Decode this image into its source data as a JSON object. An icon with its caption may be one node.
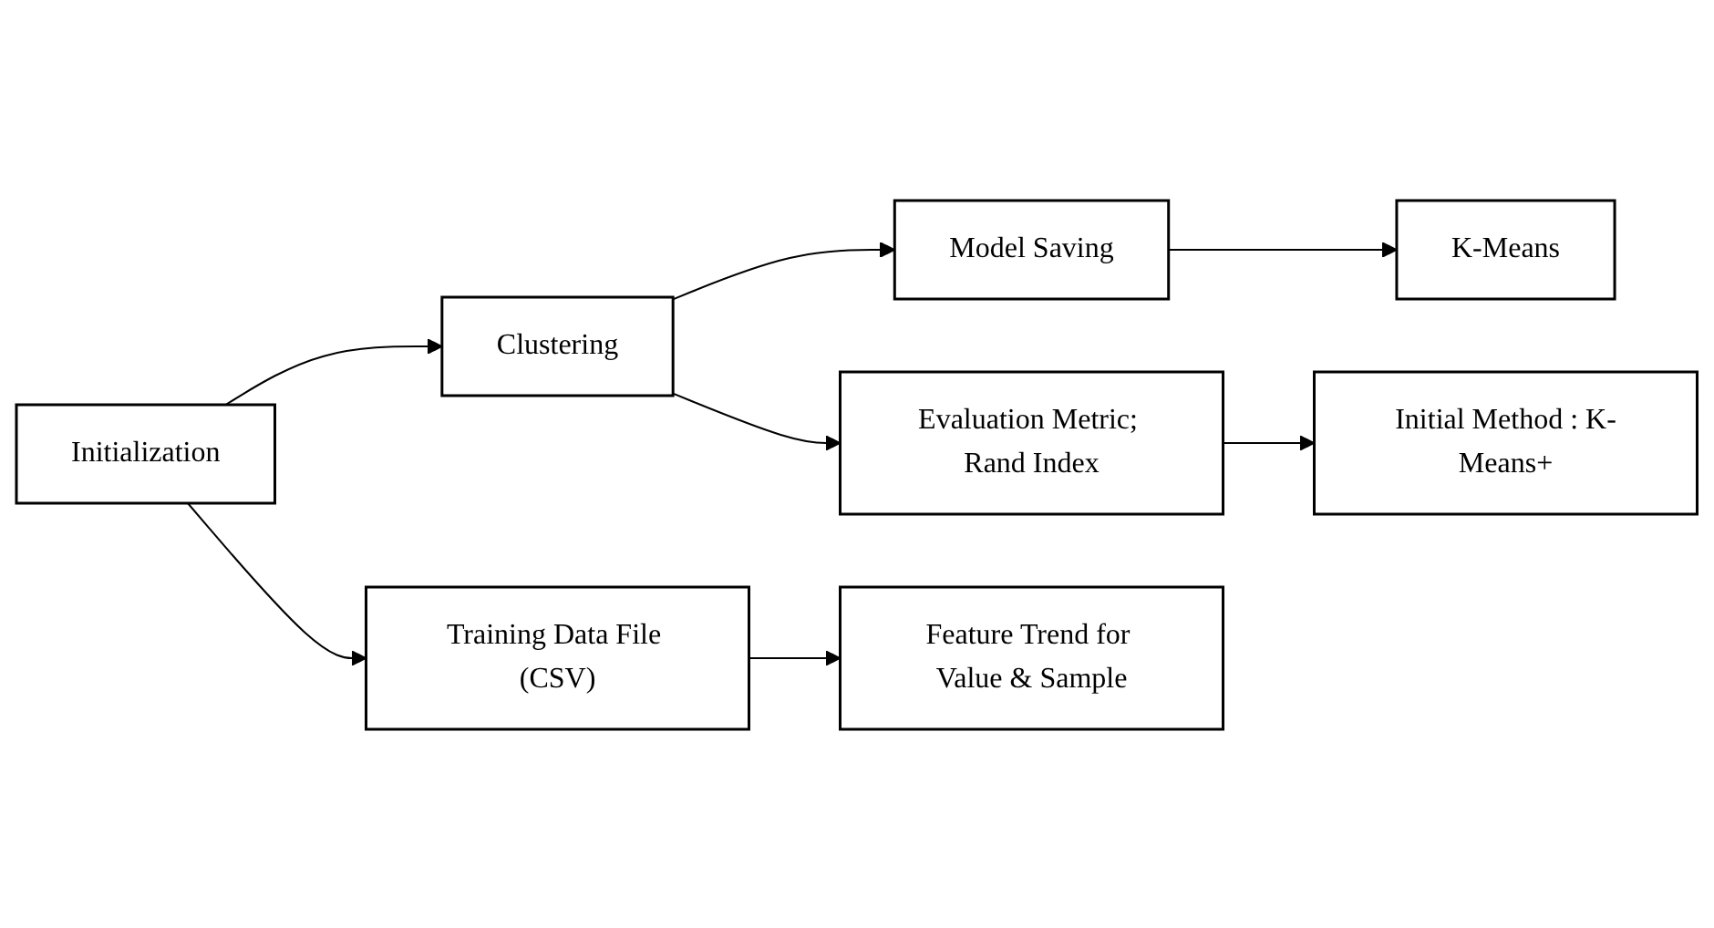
{
  "diagram": {
    "nodes": [
      {
        "text": [
          "Initialization"
        ]
      },
      {
        "text": [
          "Clustering"
        ]
      },
      {
        "text": [
          "Model Saving"
        ]
      },
      {
        "text": [
          "Training Data File (CSV)"
        ]
      },
      {
        "text": [
          "Feature Trend for Value & Sample"
        ]
      },
      {
        "text": [
          "Evaluation Metric; Rand Index"
        ]
      },
      {
        "text": [
          "Initial Method : K-Means+"
        ]
      },
      {
        "text": [
          "K-Means"
        ]
      }
    ],
    "edges": [
      {
        "from": 0,
        "to": 1,
        "arrow": "to"
      },
      {
        "from": 1,
        "to": 2,
        "arrow": "to"
      },
      {
        "from": 0,
        "to": 3,
        "arrow": "to"
      },
      {
        "from": 3,
        "to": 4,
        "arrow": "to"
      },
      {
        "from": 1,
        "to": 5,
        "arrow": "to"
      },
      {
        "from": 5,
        "to": 6,
        "arrow": "to"
      },
      {
        "from": 2,
        "to": 7,
        "arrow": "to"
      }
    ]
  }
}
